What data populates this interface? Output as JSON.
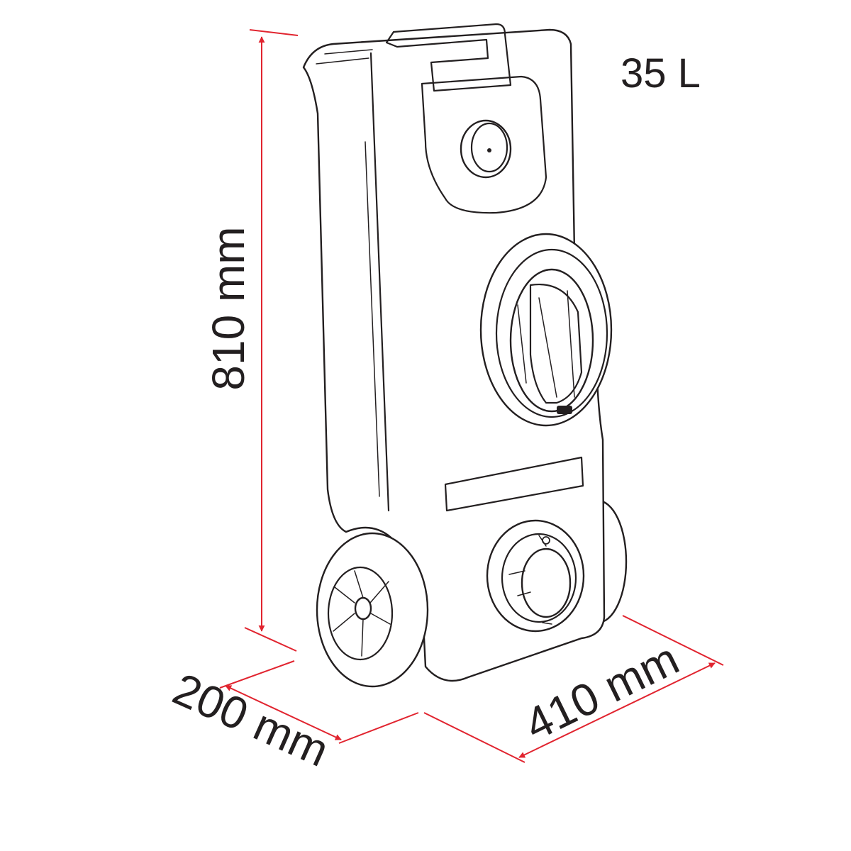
{
  "capacity": "35 L",
  "dimensions": {
    "height": "810 mm",
    "depth": "200 mm",
    "width": "410 mm"
  },
  "colors": {
    "dimension_line": "#e1242f",
    "outline": "#231f20",
    "background": "#ffffff"
  }
}
